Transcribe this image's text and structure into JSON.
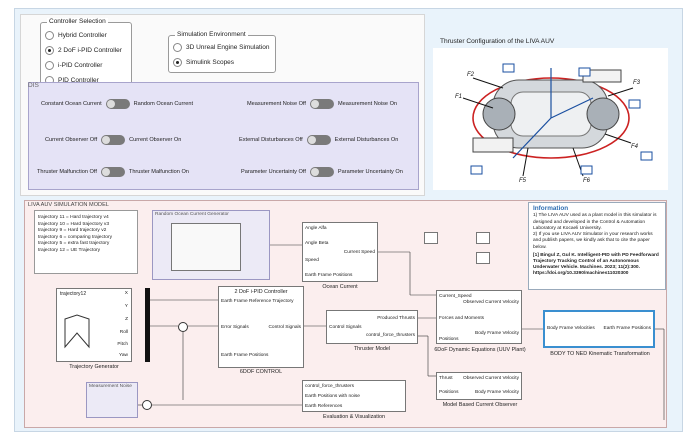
{
  "controller": {
    "title": "Controller Selection",
    "options": [
      "Hybrid Controller",
      "2 DoF i-PID Controller",
      "i-PID Controller",
      "PID Controller"
    ],
    "selected": 1
  },
  "environment": {
    "title": "Simulation Environment",
    "options": [
      "3D Unreal Engine Simulation",
      "Simulink Scopes"
    ],
    "selected": 1
  },
  "disturbances": {
    "title": "DIS",
    "rows": [
      {
        "left": "Constant Ocean Current",
        "right": "Random Ocean Current"
      },
      {
        "left": "Measurement Noise Off",
        "right": "Measurement Noise On"
      },
      {
        "left": "Current Observer Off",
        "right": "Current Observer On"
      },
      {
        "left": "External Disturbances Off",
        "right": "External Disturbances On"
      },
      {
        "left": "Thruster Malfunction Off",
        "right": "Thruster Malfunction On"
      },
      {
        "left": "Parameter Uncertainty Off",
        "right": "Parameter Uncertainty On"
      }
    ]
  },
  "thruster": {
    "title": "Thruster Configuration of the LIVA AUV",
    "labels": [
      "F1",
      "F2",
      "F3",
      "F4",
      "F5",
      "F6"
    ]
  },
  "model": {
    "title": "LIVA AUV SIMULATION MODEL",
    "trajectory_list": [
      "trajectory 11 = Hard trajectory v4",
      "trajectory 10 = Hard trajectory v3",
      "trajectory 9 = Hard trajectory v2",
      "trajectory 6 = comparing trajectory",
      "trajectory 5 = extra fast trajectory",
      "trajectory 12 = UE Trajectory"
    ],
    "ocean_gen": "Random Ocean Current Generator",
    "ocean_ports": [
      "Angle Alfa",
      "Angle Beta",
      "Speed",
      "Earth Frame Positions"
    ],
    "ocean_out": "Current Speed",
    "ocean_name": "Ocean Current",
    "traj_block": "trajectory12",
    "traj_ports": [
      "X",
      "Y",
      "Z",
      "Roll",
      "Pitch",
      "Yaw"
    ],
    "traj_name": "Trajectory Generator",
    "ctrl_title": "2 DoF i-PID Controller",
    "ctrl_ports": [
      "Earth Frame Reference Trajectory",
      "Error Signals",
      "Control Signals",
      "Earth Frame Positions"
    ],
    "ctrl_name": "6DOF CONTROL",
    "thr_ports": [
      "Control Signals",
      "Produced Thrusts",
      "control_force_thrusters"
    ],
    "thr_name": "Thruster Model",
    "dyn_ports": [
      "Current_Speed",
      "Observed Current Velocity",
      "Forces and Moments",
      "Body Frame Velocity",
      "Positions"
    ],
    "dyn_name": "6DoF Dynamic Equations (UUV Plant)",
    "ned_ports": [
      "Body Frame Velocities",
      "Earth Frame Positions"
    ],
    "ned_name": "BODY TO NED Kinematic Transformation",
    "obs_ports": [
      "Thrust",
      "Observed Current Velocity",
      "Positions",
      "Body Frame Velocity"
    ],
    "obs_name": "Model Based Current Observer",
    "eval_ports": [
      "control_force_thrusters",
      "Earth Positions with noise",
      "Earth References"
    ],
    "eval_name": "Evaluation & Visualization",
    "noise_name": "Measurement Noise"
  },
  "info": {
    "title": "Information",
    "text1": "1) The LIVA AUV used as a plant model in this simulator is designed and developed in the Control & Automation Laboratory at Kocaeli University.",
    "text2": "2) If you use LIVA AUV Simulator in your research works and publish papers, we kindly ask that to cite the paper below.",
    "citation": "[1] Bingul Z, Gul K. Intelligent-PID with PD Feedforward Trajectory Tracking Control of an Autonomous Underwater Vehicle. Machines. 2023; 11(2):300. https://doi.org/10.3390/machines11020300"
  },
  "colors": {
    "accent": "#2f6fb3",
    "dist_bg": "#e5e3f6",
    "model_bg": "#fbeeee",
    "ned_border": "#3a8fd0"
  }
}
